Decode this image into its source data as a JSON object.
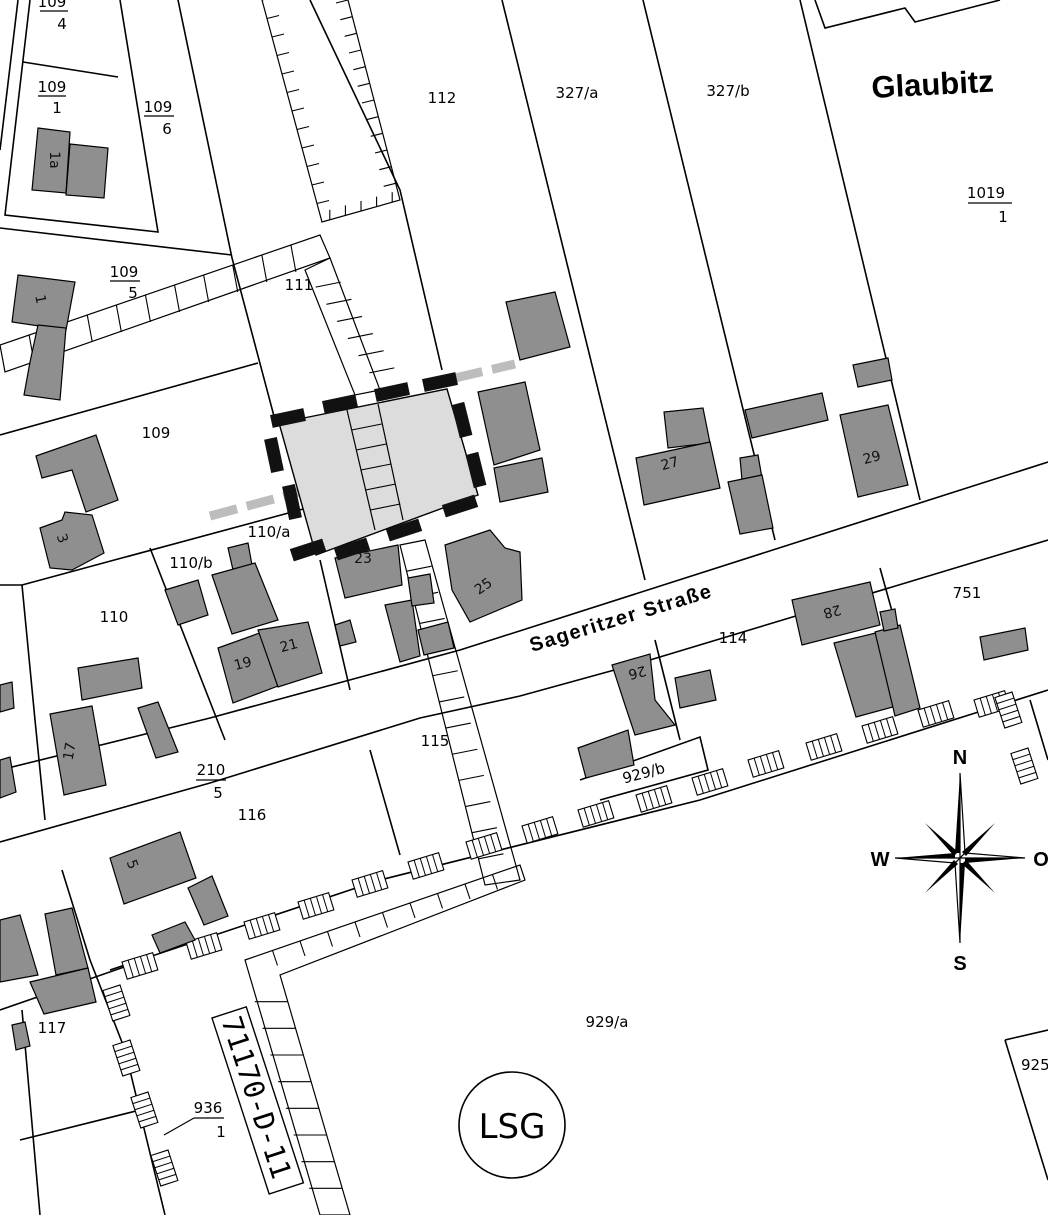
{
  "map": {
    "town_name": "Glaubitz",
    "street_name": "Sageritzer Straße",
    "protected_area_label": "LSG",
    "vertical_code": "71170-D-11",
    "compass": {
      "north": "N",
      "south": "S",
      "west": "W",
      "east": "O"
    },
    "parcels": {
      "p109_4": {
        "top": "109",
        "bottom": "4"
      },
      "p109_1": {
        "top": "109",
        "bottom": "1"
      },
      "p109_6": {
        "top": "109",
        "bottom": "6"
      },
      "p109_5": {
        "top": "109",
        "bottom": "5"
      },
      "p210_5": {
        "top": "210",
        "bottom": "5"
      },
      "p936_1": {
        "top": "936",
        "bottom": "1"
      },
      "p1019_1": {
        "top": "1019",
        "bottom": "1"
      },
      "p112": "112",
      "p327a": "327/a",
      "p327b": "327/b",
      "p111": "111",
      "p109": "109",
      "p110a": "110/a",
      "p110b": "110/b",
      "p110": "110",
      "p114": "114",
      "p751": "751",
      "p115": "115",
      "p116": "116",
      "p117": "117",
      "p929b": "929/b",
      "p929a": "929/a",
      "p925": "925"
    },
    "house_numbers": {
      "h1a": "1a",
      "h1": "1",
      "h3": "3",
      "h5": "5",
      "h17": "17",
      "h19": "19",
      "h21": "21",
      "h23": "23",
      "h25": "25",
      "h26": "26",
      "h27": "27",
      "h28": "28",
      "h29": "29"
    }
  }
}
